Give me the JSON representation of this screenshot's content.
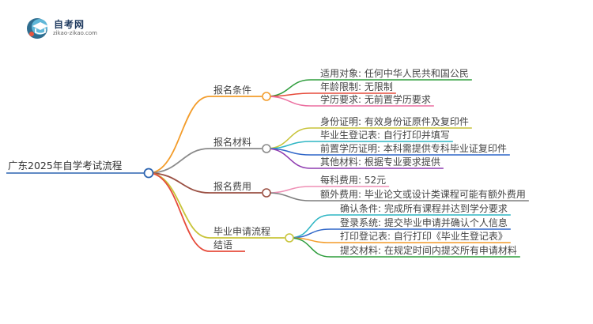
{
  "logo": {
    "title": "自考网",
    "url": "zikao-zikao.com",
    "colors": {
      "dark": "#2f6d8f",
      "light": "#5fb7d8",
      "accent": "#e7553f"
    }
  },
  "mindmap": {
    "root": "广东2025年自学考试流程",
    "branches": [
      {
        "label": "报名条件",
        "color": "#f39c2a",
        "children": [
          {
            "label": "适用对象: 任何中华人民共和国公民",
            "color": "#2e9d3c"
          },
          {
            "label": "年龄限制: 无限制",
            "color": "#e64b3b"
          },
          {
            "label": "学历要求: 无前置学历要求",
            "color": "#ec6fa0"
          }
        ]
      },
      {
        "label": "报名材料",
        "color": "#8a8a8a",
        "children": [
          {
            "label": "身份证明: 有效身份证原件及复印件",
            "color": "#c8c43a"
          },
          {
            "label": "毕业生登记表: 自行打印并填写",
            "color": "#2fb6c4"
          },
          {
            "label": "前置学历证明: 本科需提供专科毕业证复印件",
            "color": "#2f66c8"
          },
          {
            "label": "其他材料: 根据专业要求提供",
            "color": "#8e3bb0"
          }
        ]
      },
      {
        "label": "报名费用",
        "color": "#9a4f42",
        "children": [
          {
            "label": "每科费用: 52元",
            "color": "#ef8fb5"
          },
          {
            "label": "额外费用: 毕业论文或设计类课程可能有额外费用",
            "color": "#7f7f7f"
          }
        ]
      },
      {
        "label": "毕业申请流程",
        "color": "#c8c43a",
        "children": [
          {
            "label": "确认条件: 完成所有课程并达到学分要求",
            "color": "#2fb6c4"
          },
          {
            "label": "登录系统: 提交毕业申请并确认个人信息",
            "color": "#2f66c8"
          },
          {
            "label": "打印登记表: 自行打印《毕业生登记表》",
            "color": "#f39c2a"
          },
          {
            "label": "提交材料: 在规定时间内提交所有申请材料",
            "color": "#2e9d3c"
          }
        ]
      },
      {
        "label": "结语",
        "color": "#e64b3b",
        "children": []
      }
    ],
    "root_color": "#2b63b0"
  }
}
